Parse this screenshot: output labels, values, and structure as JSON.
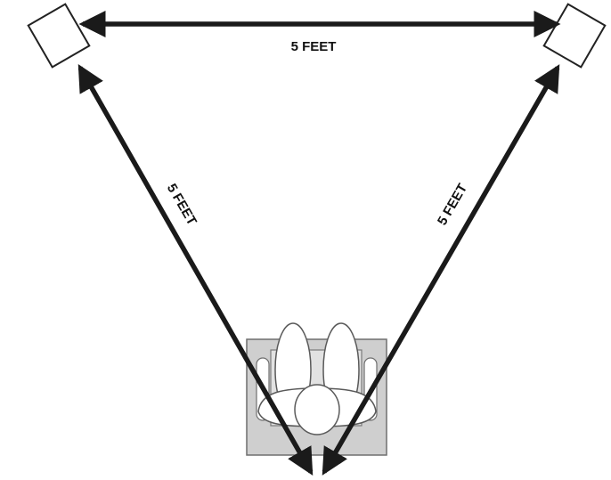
{
  "diagram": {
    "labels": {
      "top": "5 FEET",
      "left": "5 FEET",
      "right": "5 FEET"
    },
    "colors": {
      "line": "#1a1a1a",
      "speaker_fill": "#ffffff",
      "chair_fill": "#cfcfcf",
      "chair_stroke": "#6f6f6f",
      "person_fill": "#ffffff",
      "person_stroke": "#5a5a5a"
    }
  }
}
